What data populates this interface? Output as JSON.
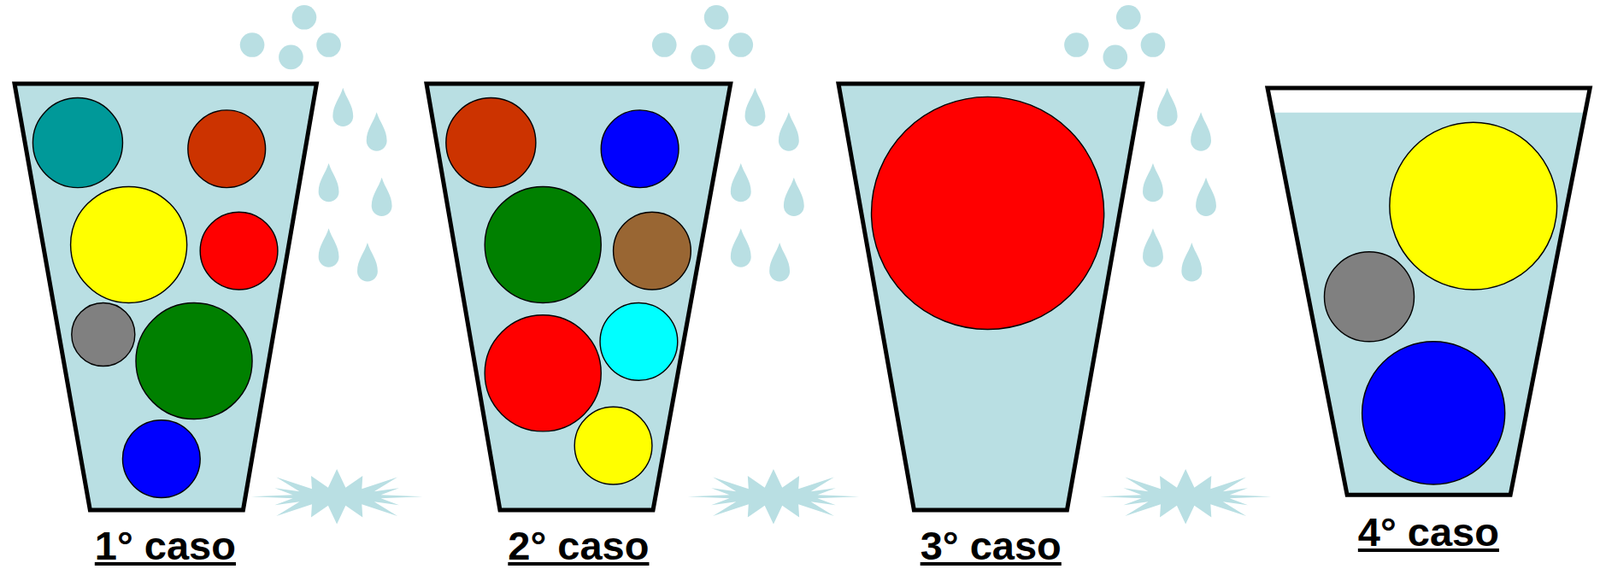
{
  "diagram": {
    "nodes": [
      {
        "text": [
          "1° caso"
        ]
      },
      {
        "text": [
          "2° caso"
        ]
      },
      {
        "text": [
          "3° caso"
        ]
      },
      {
        "text": [
          "4° caso"
        ]
      }
    ]
  }
}
